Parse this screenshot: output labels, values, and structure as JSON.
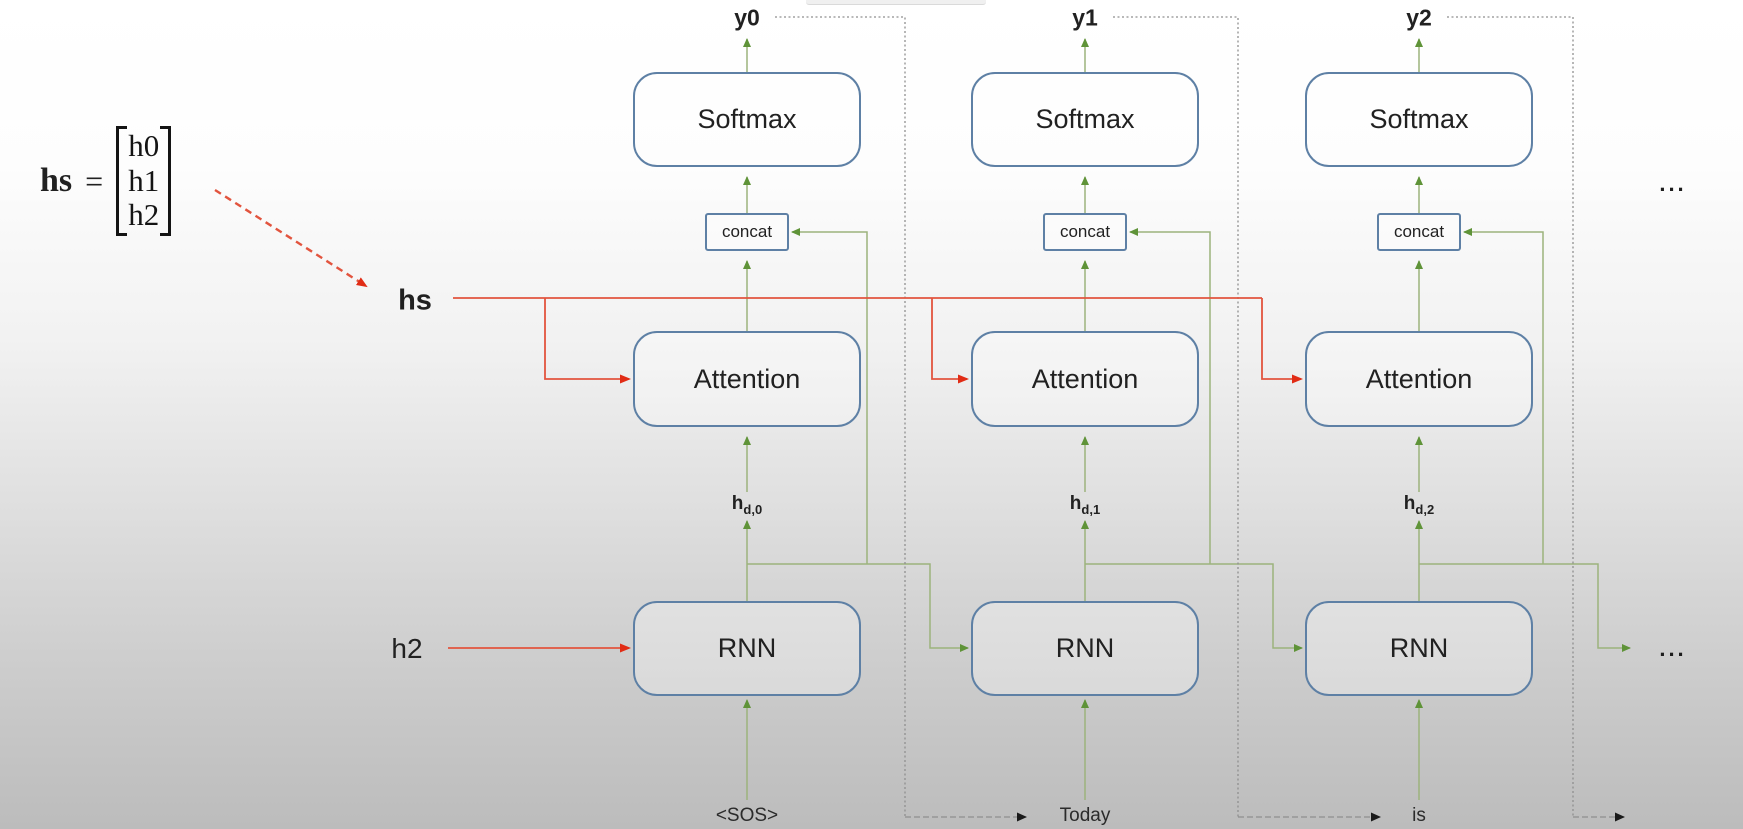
{
  "matrix": {
    "lhs": "hs",
    "equals": "=",
    "rows": [
      "h0",
      "h1",
      "h2"
    ]
  },
  "labels": {
    "hs_vector": "hs",
    "h2_state": "h2",
    "ellipsis_top": "...",
    "ellipsis_right": "..."
  },
  "columns": [
    {
      "output": "y0",
      "softmax": "Softmax",
      "concat": "concat",
      "attention": "Attention",
      "hidden_base": "h",
      "hidden_sub": "d,0",
      "rnn": "RNN",
      "input": "<SOS>"
    },
    {
      "output": "y1",
      "softmax": "Softmax",
      "concat": "concat",
      "attention": "Attention",
      "hidden_base": "h",
      "hidden_sub": "d,1",
      "rnn": "RNN",
      "input": "Today"
    },
    {
      "output": "y2",
      "softmax": "Softmax",
      "concat": "concat",
      "attention": "Attention",
      "hidden_base": "h",
      "hidden_sub": "d,2",
      "rnn": "RNN",
      "input": "is"
    }
  ],
  "colors": {
    "green_line": "#9cb37c",
    "green_arrow": "#5f9338",
    "red_line": "#e2543e",
    "red_arrow": "#e12c15",
    "dotted": "#8f8f8f",
    "black": "#1a1a1a",
    "box_border": "#5e80a5",
    "text": "#212121"
  }
}
